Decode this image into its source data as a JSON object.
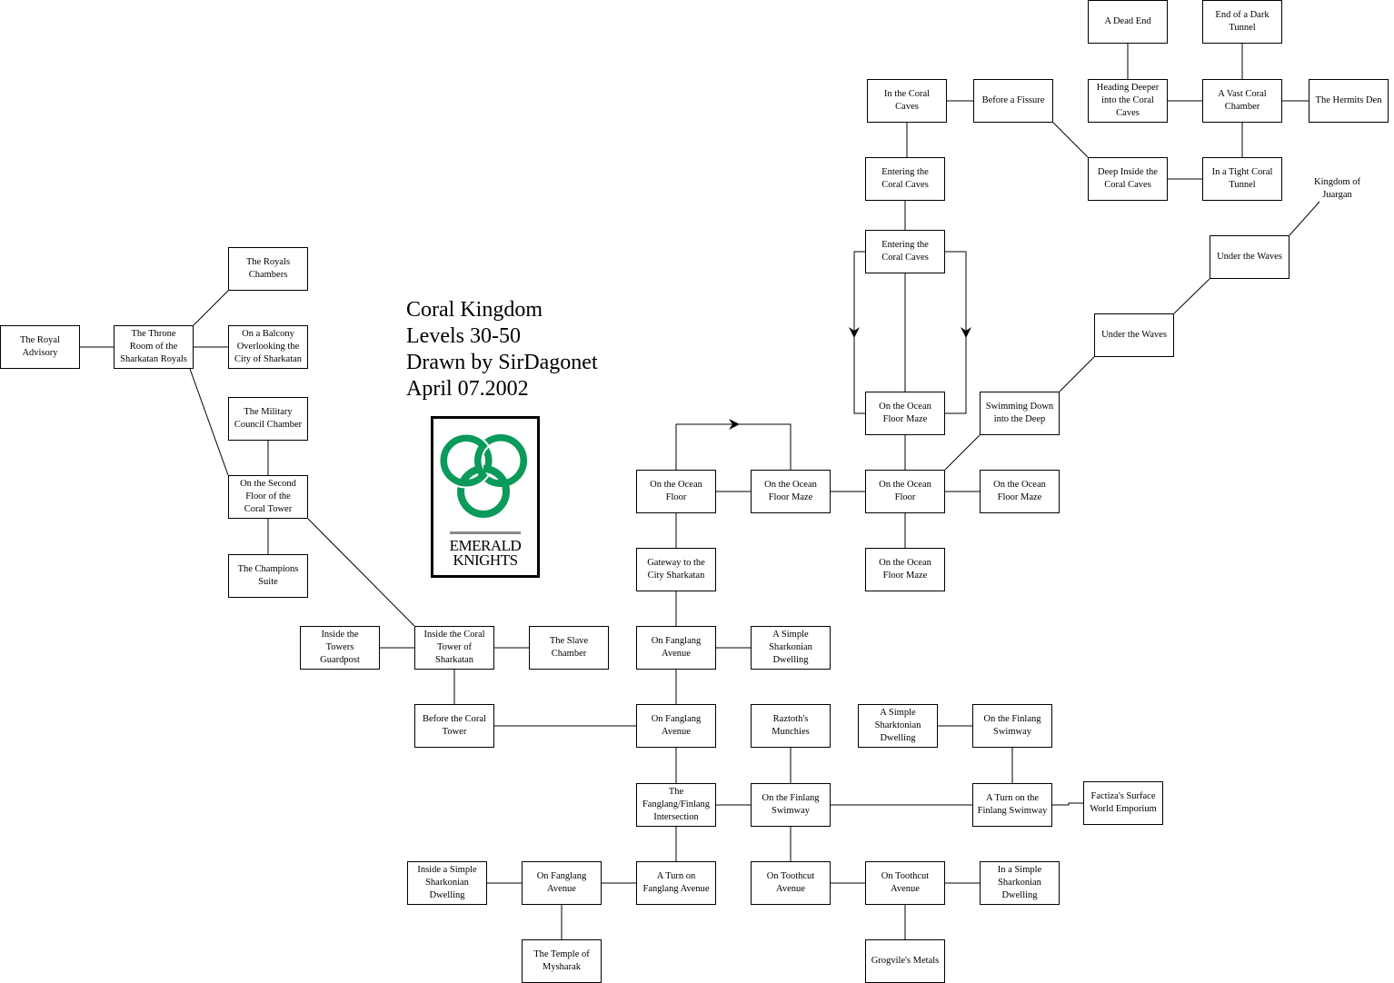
{
  "title": {
    "lines": [
      "Coral Kingdom",
      "Levels 30-50",
      "Drawn by SirDagonet",
      "April 07.2002"
    ]
  },
  "logo": {
    "line1": "EMERALD",
    "line2": "KNIGHTS",
    "ring_color": "#0a9a5a",
    "bar_color": "#8a8a8a"
  },
  "exit_label": "Kingdom of\nJuargan",
  "rooms": [
    {
      "id": "royal-advisory",
      "label": "The Royal\nAdvisory"
    },
    {
      "id": "throne-room",
      "label": "The Throne\nRoom of the\nSharkatan Royals"
    },
    {
      "id": "royals-chambers",
      "label": "The Royals\nChambers"
    },
    {
      "id": "balcony",
      "label": "On a Balcony\nOverlooking the\nCity of Sharkatan"
    },
    {
      "id": "military-council",
      "label": "The Military\nCouncil Chamber"
    },
    {
      "id": "second-floor",
      "label": "On the Second\nFloor of the\nCoral Tower"
    },
    {
      "id": "champions-suite",
      "label": "The Champions\nSuite"
    },
    {
      "id": "towers-guardpost",
      "label": "Inside the\nTowers\nGuardpost"
    },
    {
      "id": "inside-coral-tower",
      "label": "Inside the Coral\nTower of\nSharkatan"
    },
    {
      "id": "slave-chamber",
      "label": "The Slave\nChamber"
    },
    {
      "id": "before-coral-tower",
      "label": "Before the Coral\nTower"
    },
    {
      "id": "ocean-floor-west",
      "label": "On the Ocean\nFloor"
    },
    {
      "id": "ocean-maze-west",
      "label": "On the Ocean\nFloor Maze"
    },
    {
      "id": "gateway",
      "label": "Gateway to the\nCity Sharkatan"
    },
    {
      "id": "fanglang-1",
      "label": "On Fanglang\nAvenue"
    },
    {
      "id": "sharkonian-dwelling-1",
      "label": "A Simple\nSharkonian\nDwelling"
    },
    {
      "id": "fanglang-2",
      "label": "On Fanglang\nAvenue"
    },
    {
      "id": "raztoths",
      "label": "Raztoth's\nMunchies"
    },
    {
      "id": "intersection",
      "label": "The\nFanglang/Finlang\nIntersection"
    },
    {
      "id": "finlang-1",
      "label": "On the Finlang\nSwimway"
    },
    {
      "id": "turn-fanglang",
      "label": "A Turn on\nFanglang Avenue"
    },
    {
      "id": "fanglang-3",
      "label": "On Fanglang\nAvenue"
    },
    {
      "id": "inside-sharkonian-dwelling",
      "label": "Inside a Simple\nSharkonian\nDwelling"
    },
    {
      "id": "temple",
      "label": "The Temple of\nMysharak"
    },
    {
      "id": "toothcut-1",
      "label": "On Toothcut\nAvenue"
    },
    {
      "id": "toothcut-2",
      "label": "On Toothcut\nAvenue"
    },
    {
      "id": "in-sharkonian-dwelling",
      "label": "In a Simple\nSharkonian\nDwelling"
    },
    {
      "id": "grogviles",
      "label": "Grogvile's Metals"
    },
    {
      "id": "sharktonian-dwelling",
      "label": "A Simple\nSharktonian\nDwelling"
    },
    {
      "id": "finlang-2",
      "label": "On the Finlang\nSwimway"
    },
    {
      "id": "turn-finlang",
      "label": "A Turn on the\nFinlang Swimway"
    },
    {
      "id": "factizas",
      "label": "Factiza's Surface\nWorld Emporium"
    },
    {
      "id": "ocean-floor-center",
      "label": "On the Ocean\nFloor"
    },
    {
      "id": "ocean-maze-east",
      "label": "On the Ocean\nFloor Maze"
    },
    {
      "id": "ocean-maze-south",
      "label": "On the Ocean\nFloor Maze"
    },
    {
      "id": "ocean-maze-north",
      "label": "On the Ocean\nFloor Maze"
    },
    {
      "id": "swimming-down",
      "label": "Swimming Down\ninto the Deep"
    },
    {
      "id": "under-waves-1",
      "label": "Under the Waves"
    },
    {
      "id": "under-waves-2",
      "label": "Under the Waves"
    },
    {
      "id": "entering-caves-2",
      "label": "Entering the\nCoral Caves"
    },
    {
      "id": "entering-caves-1",
      "label": "Entering the\nCoral Caves"
    },
    {
      "id": "in-coral-caves",
      "label": "In the Coral\nCaves"
    },
    {
      "id": "before-fissure",
      "label": "Before a Fissure"
    },
    {
      "id": "deep-inside-caves",
      "label": "Deep Inside the\nCoral Caves"
    },
    {
      "id": "tight-tunnel",
      "label": "In a Tight Coral\nTunnel"
    },
    {
      "id": "heading-deeper",
      "label": "Heading Deeper\ninto the Coral\nCaves"
    },
    {
      "id": "vast-chamber",
      "label": "A Vast Coral\nChamber"
    },
    {
      "id": "hermits-den",
      "label": "The Hermits Den"
    },
    {
      "id": "dead-end",
      "label": "A Dead End"
    },
    {
      "id": "dark-tunnel",
      "label": "End of a Dark\nTunnel"
    }
  ]
}
